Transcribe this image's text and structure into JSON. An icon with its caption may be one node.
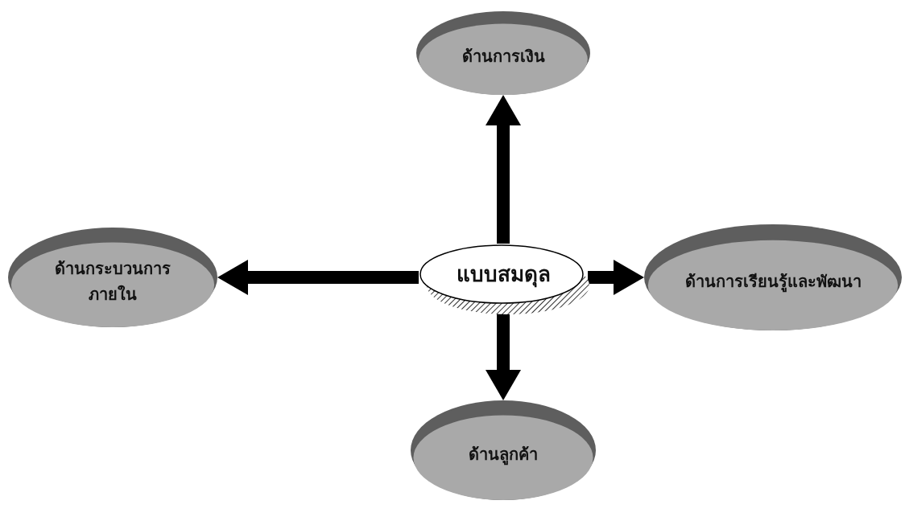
{
  "diagram": {
    "nodes": [
      {
        "text": [
          "ด้านการเงิน"
        ]
      },
      {
        "text": [
          "ด้านกระบวนการภายใน"
        ]
      },
      {
        "text": [
          "แบบสมดุล"
        ]
      },
      {
        "text": [
          "ด้านการเรียนรู้และพัฒนา"
        ]
      },
      {
        "text": [
          "ด้านลูกค้า"
        ]
      }
    ],
    "edges": [
      {
        "from": 2,
        "to": 0,
        "arrow": "to"
      },
      {
        "from": 2,
        "to": 1,
        "arrow": "to"
      },
      {
        "from": 2,
        "to": 3,
        "arrow": "to"
      },
      {
        "from": 2,
        "to": 4,
        "arrow": "to"
      }
    ]
  }
}
